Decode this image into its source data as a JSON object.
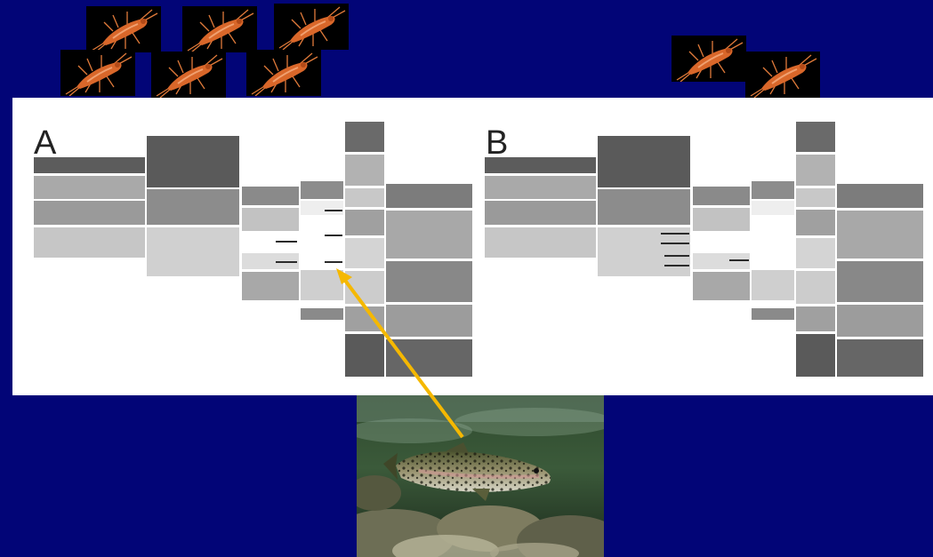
{
  "panels": [
    {
      "id": "A",
      "label": "A"
    },
    {
      "id": "B",
      "label": "B"
    }
  ],
  "icons": {
    "insect": "stonefly-nymph-icon",
    "photo": "trout-photo"
  },
  "colors": {
    "background": "#020577",
    "panel": "#ffffff",
    "arrow": "#f5b800",
    "insect_body": "#d9672a"
  }
}
